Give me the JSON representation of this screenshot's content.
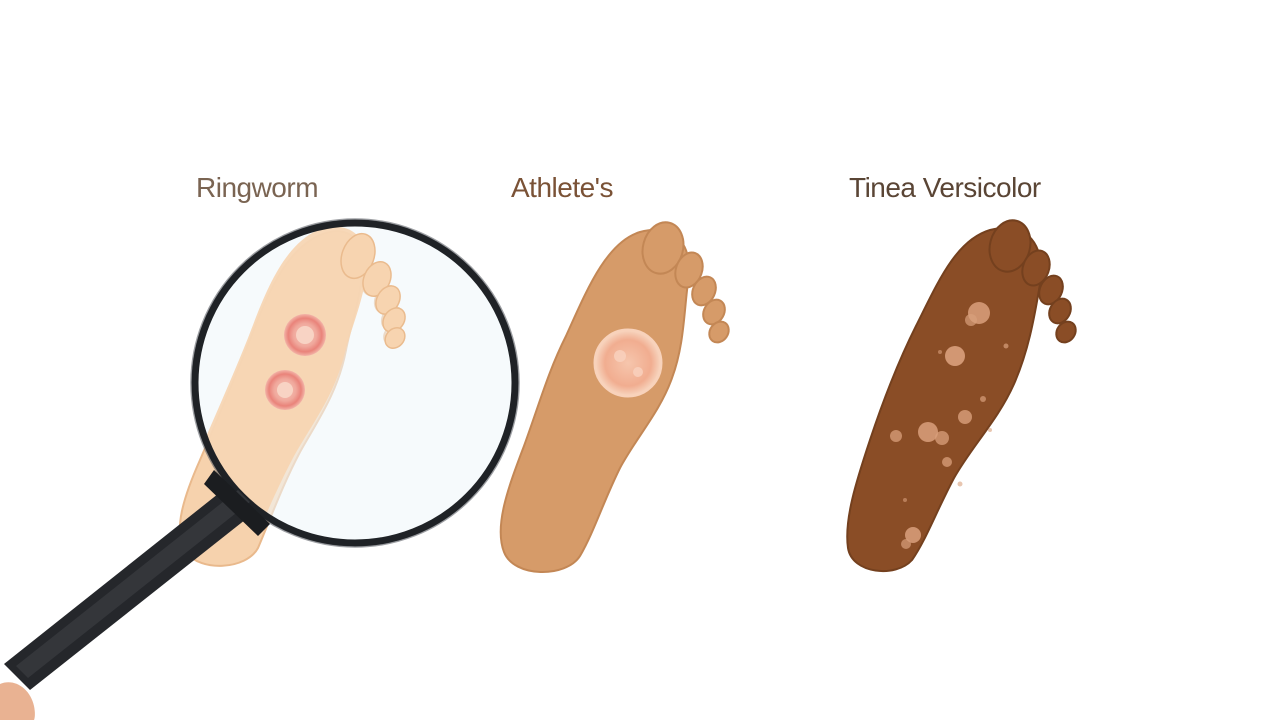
{
  "panels": [
    {
      "label": "Ringworm",
      "label_color": "#7a6452",
      "skin": "#f6d2ad",
      "lesion": "#ef8f86"
    },
    {
      "label": "Athlete's",
      "label_color": "#7a5236",
      "skin": "#d69b69",
      "lesion": "#f1ab8d"
    },
    {
      "label": "Tinea Versicolor",
      "label_color": "#5a4535",
      "skin": "#8a4d26",
      "lesion": "#d9a07c"
    }
  ],
  "magnifier": {
    "lens_tint": "#eef5f9",
    "rim": "#1f2226",
    "handle": "#25272b"
  },
  "icons": [
    "magnifying-glass-icon",
    "foot-illustration",
    "hand-fingertip"
  ]
}
